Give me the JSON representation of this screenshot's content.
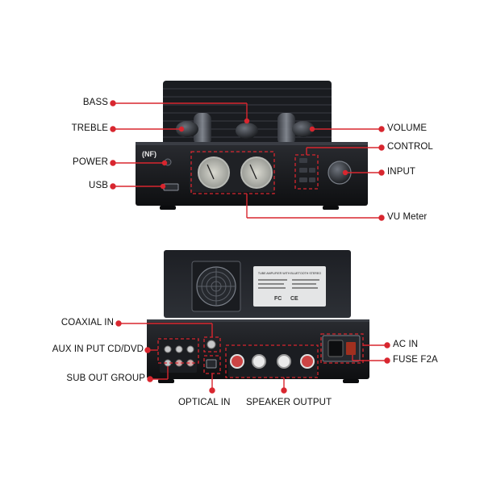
{
  "colors": {
    "callout": "#d8262f",
    "chassis": "#131417",
    "text": "#111111"
  },
  "front_view": {
    "brand_logo": "(NF)",
    "callouts": {
      "bass": "BASS",
      "treble": "TREBLE",
      "power": "POWER",
      "usb": "USB",
      "volume": "VOLUME",
      "control": "CONTROL",
      "input": "INPUT",
      "vu_meter": "VU Meter"
    }
  },
  "rear_view": {
    "fan_panel_title": "TUBE AMPLIFIER WITH BLUETOOTH STEREO",
    "callouts": {
      "coaxial_in": "COAXIAL IN",
      "aux_in": "AUX IN PUT CD/DVD",
      "sub_out": "SUB OUT GROUP",
      "optical_in": "OPTICAL IN",
      "speaker_output": "SPEAKER OUTPUT",
      "ac_in": "AC IN",
      "fuse": "FUSE F2A"
    }
  }
}
